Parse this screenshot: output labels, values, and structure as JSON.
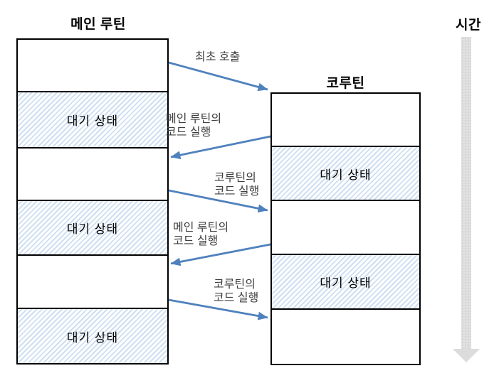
{
  "diagram": {
    "main_routine": {
      "title": "메인 루틴",
      "segments": [
        {
          "state": "running",
          "label": ""
        },
        {
          "state": "waiting",
          "label": "대기 상태"
        },
        {
          "state": "running",
          "label": ""
        },
        {
          "state": "waiting",
          "label": "대기 상태"
        },
        {
          "state": "running",
          "label": ""
        },
        {
          "state": "waiting",
          "label": "대기 상태"
        }
      ]
    },
    "coroutine": {
      "title": "코루틴",
      "segments": [
        {
          "state": "running",
          "label": ""
        },
        {
          "state": "waiting",
          "label": "대기 상태"
        },
        {
          "state": "running",
          "label": ""
        },
        {
          "state": "waiting",
          "label": "대기 상태"
        },
        {
          "state": "running",
          "label": ""
        }
      ]
    },
    "time_axis": {
      "label": "시간",
      "direction": "down"
    },
    "arrows": [
      {
        "label": "최초 호출",
        "to": "coroutine"
      },
      {
        "label": "메인 루틴의\n코드 실행",
        "to": "main_routine"
      },
      {
        "label": "코루틴의\n코드 실행",
        "to": "coroutine"
      },
      {
        "label": "메인 루틴의\n코드 실행",
        "to": "main_routine"
      },
      {
        "label": "코루틴의\n코드 실행",
        "to": "coroutine"
      }
    ],
    "colors": {
      "arrow_blue": "#4f81bd",
      "hatch_blue": "#cfdff1",
      "box_border": "#000000",
      "time_gray": "#dcdcdc",
      "label_text": "#3f3f3f"
    }
  }
}
